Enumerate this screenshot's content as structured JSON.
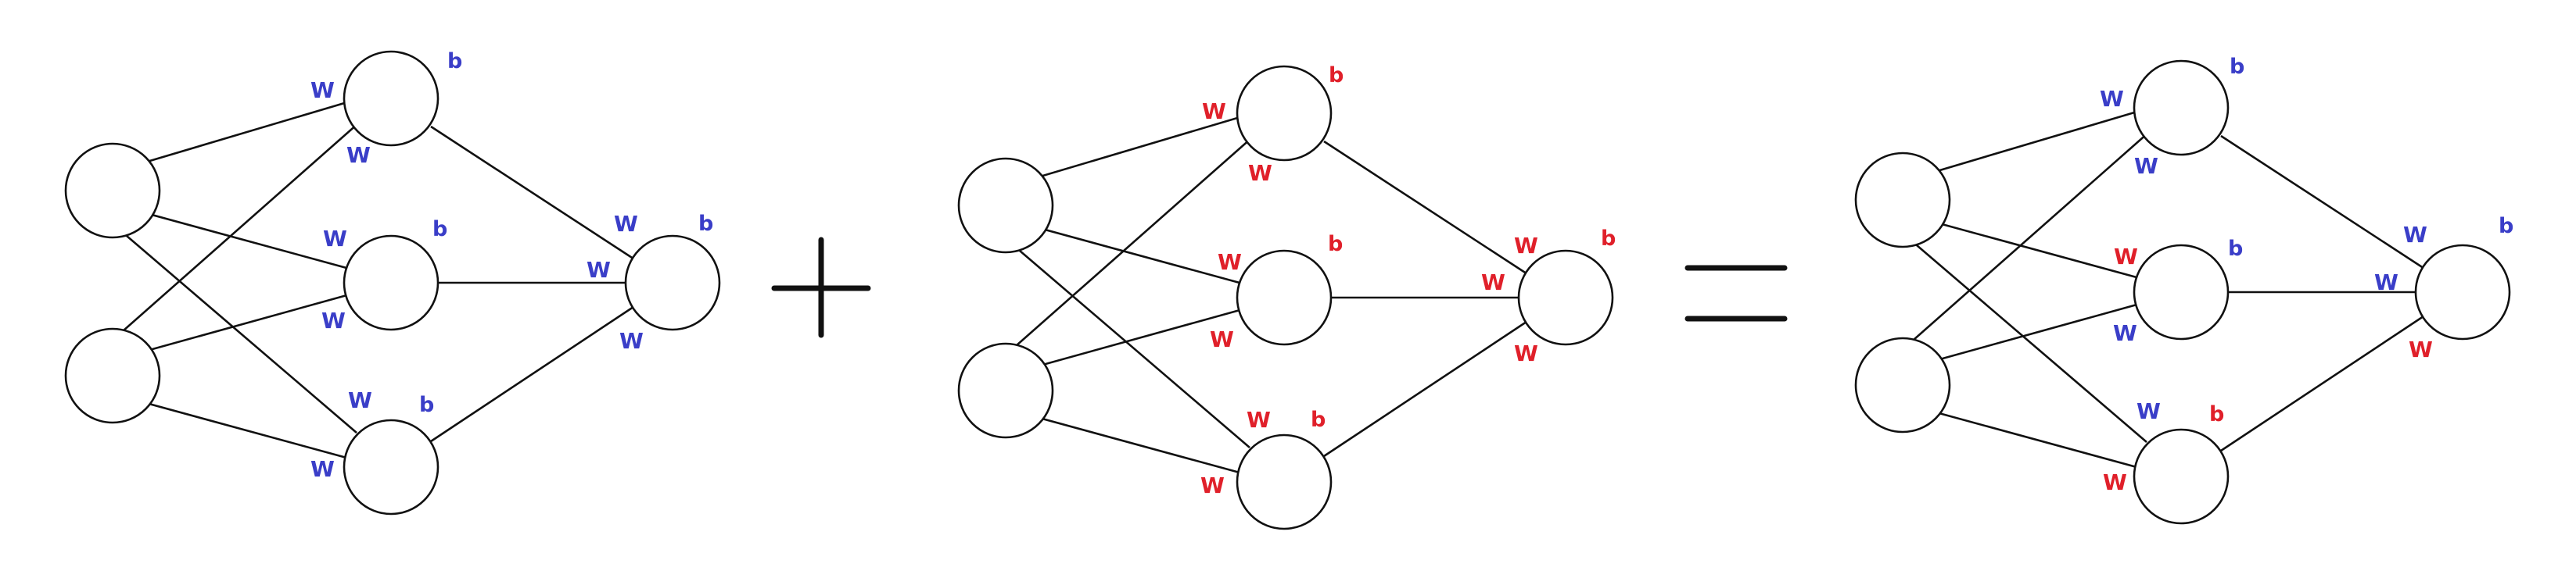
{
  "colors": {
    "blue": "#3a3ec8",
    "red": "#e0202a",
    "line": "#111111"
  },
  "operators": {
    "plus": "+",
    "equals": "="
  },
  "networks": [
    {
      "id": "net-left",
      "labels": {
        "h1_in": {
          "text": "W",
          "color": "blue"
        },
        "h1_out": {
          "text": "W",
          "color": "blue"
        },
        "h1_b": {
          "text": "b",
          "color": "blue"
        },
        "h2_in": {
          "text": "W",
          "color": "blue"
        },
        "h2_out": {
          "text": "W",
          "color": "blue"
        },
        "h2_b": {
          "text": "b",
          "color": "blue"
        },
        "h3_in": {
          "text": "W",
          "color": "blue"
        },
        "h3_out": {
          "text": "W",
          "color": "blue"
        },
        "h3_b": {
          "text": "b",
          "color": "blue"
        },
        "o_top": {
          "text": "W",
          "color": "blue"
        },
        "o_mid": {
          "text": "W",
          "color": "blue"
        },
        "o_bot": {
          "text": "W",
          "color": "blue"
        },
        "o_b": {
          "text": "b",
          "color": "blue"
        }
      }
    },
    {
      "id": "net-middle",
      "labels": {
        "h1_in": {
          "text": "W",
          "color": "red"
        },
        "h1_out": {
          "text": "W",
          "color": "red"
        },
        "h1_b": {
          "text": "b",
          "color": "red"
        },
        "h2_in": {
          "text": "W",
          "color": "red"
        },
        "h2_out": {
          "text": "W",
          "color": "red"
        },
        "h2_b": {
          "text": "b",
          "color": "red"
        },
        "h3_in": {
          "text": "W",
          "color": "red"
        },
        "h3_out": {
          "text": "W",
          "color": "red"
        },
        "h3_b": {
          "text": "b",
          "color": "red"
        },
        "o_top": {
          "text": "W",
          "color": "red"
        },
        "o_mid": {
          "text": "W",
          "color": "red"
        },
        "o_bot": {
          "text": "W",
          "color": "red"
        },
        "o_b": {
          "text": "b",
          "color": "red"
        }
      }
    },
    {
      "id": "net-right",
      "labels": {
        "h1_in": {
          "text": "W",
          "color": "blue"
        },
        "h1_out": {
          "text": "W",
          "color": "blue"
        },
        "h1_b": {
          "text": "b",
          "color": "blue"
        },
        "h2_in": {
          "text": "W",
          "color": "red"
        },
        "h2_out": {
          "text": "W",
          "color": "blue"
        },
        "h2_b": {
          "text": "b",
          "color": "blue"
        },
        "h3_in": {
          "text": "W",
          "color": "blue"
        },
        "h3_out": {
          "text": "W",
          "color": "red"
        },
        "h3_b": {
          "text": "b",
          "color": "red"
        },
        "o_top": {
          "text": "W",
          "color": "blue"
        },
        "o_mid": {
          "text": "W",
          "color": "blue"
        },
        "o_bot": {
          "text": "W",
          "color": "red"
        },
        "o_b": {
          "text": "b",
          "color": "blue"
        }
      }
    }
  ]
}
